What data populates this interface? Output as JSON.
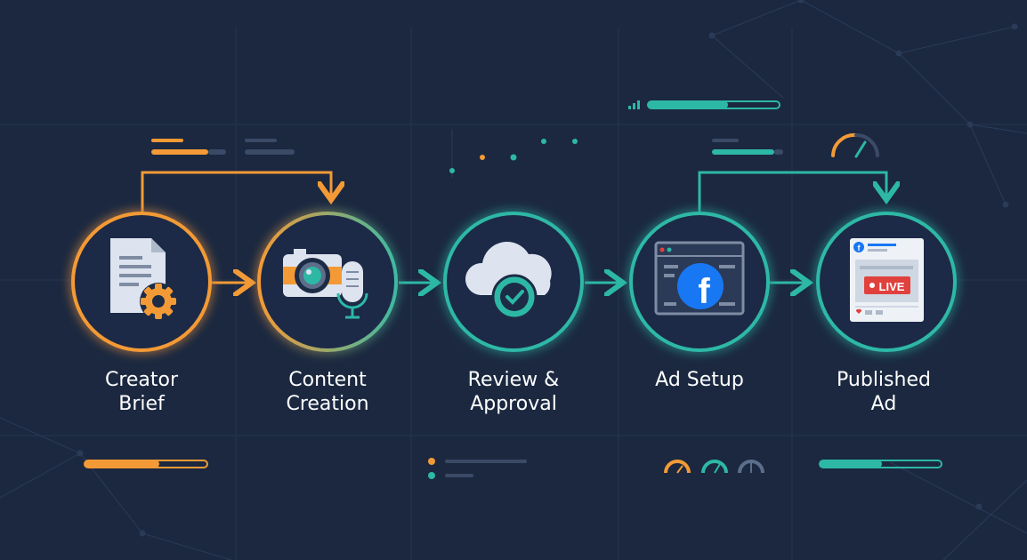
{
  "steps": [
    {
      "label": "Creator\nBrief",
      "icon": "document-gear-icon",
      "color": "#f39a36"
    },
    {
      "label": "Content\nCreation",
      "icon": "camera-microphone-icon",
      "color": "#9fa85a"
    },
    {
      "label": "Review &\nApproval",
      "icon": "cloud-check-icon",
      "color": "#2db8a6"
    },
    {
      "label": "Ad Setup",
      "icon": "facebook-browser-icon",
      "color": "#2db8a6"
    },
    {
      "label": "Published\nAd",
      "icon": "live-post-icon",
      "color": "#2db8a6"
    }
  ],
  "badges": {
    "facebook": "f",
    "live": "LIVE"
  },
  "colors": {
    "background": "#1b2840",
    "orange": "#f39a36",
    "teal": "#2db8a6",
    "facebook_blue": "#1877f2",
    "live_red": "#e0413d"
  }
}
